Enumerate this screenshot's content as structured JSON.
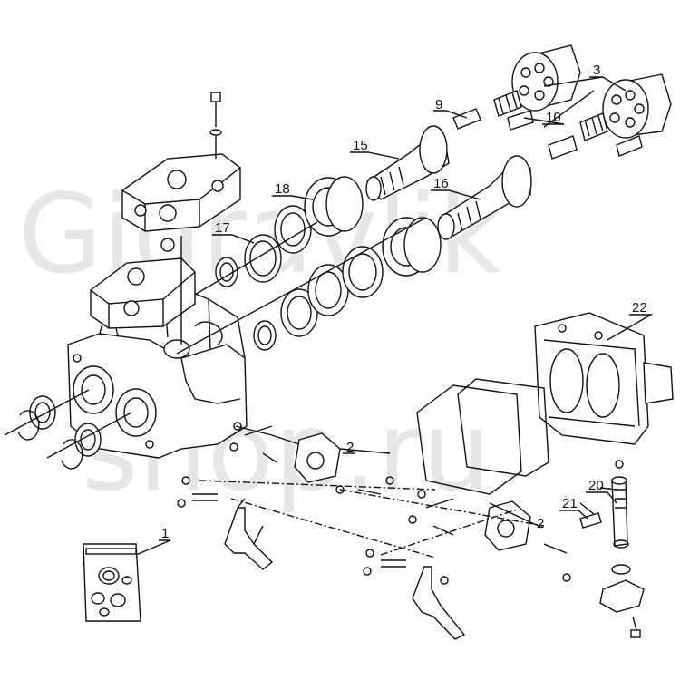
{
  "watermark": {
    "line1": "Gidravlik",
    "line2": "shop.ru"
  },
  "callouts": [
    {
      "id": "c1",
      "text": "1"
    },
    {
      "id": "c2a",
      "text": "2"
    },
    {
      "id": "c2b",
      "text": "2"
    },
    {
      "id": "c3",
      "text": "3"
    },
    {
      "id": "c9",
      "text": "9"
    },
    {
      "id": "c10",
      "text": "10"
    },
    {
      "id": "c15",
      "text": "15"
    },
    {
      "id": "c16",
      "text": "16"
    },
    {
      "id": "c17",
      "text": "17"
    },
    {
      "id": "c18",
      "text": "18"
    },
    {
      "id": "c20",
      "text": "20"
    },
    {
      "id": "c21",
      "text": "21"
    },
    {
      "id": "c22",
      "text": "22"
    }
  ],
  "colors": {
    "line": "#111111",
    "watermark": "#e6e6e6",
    "background": "#ffffff"
  }
}
